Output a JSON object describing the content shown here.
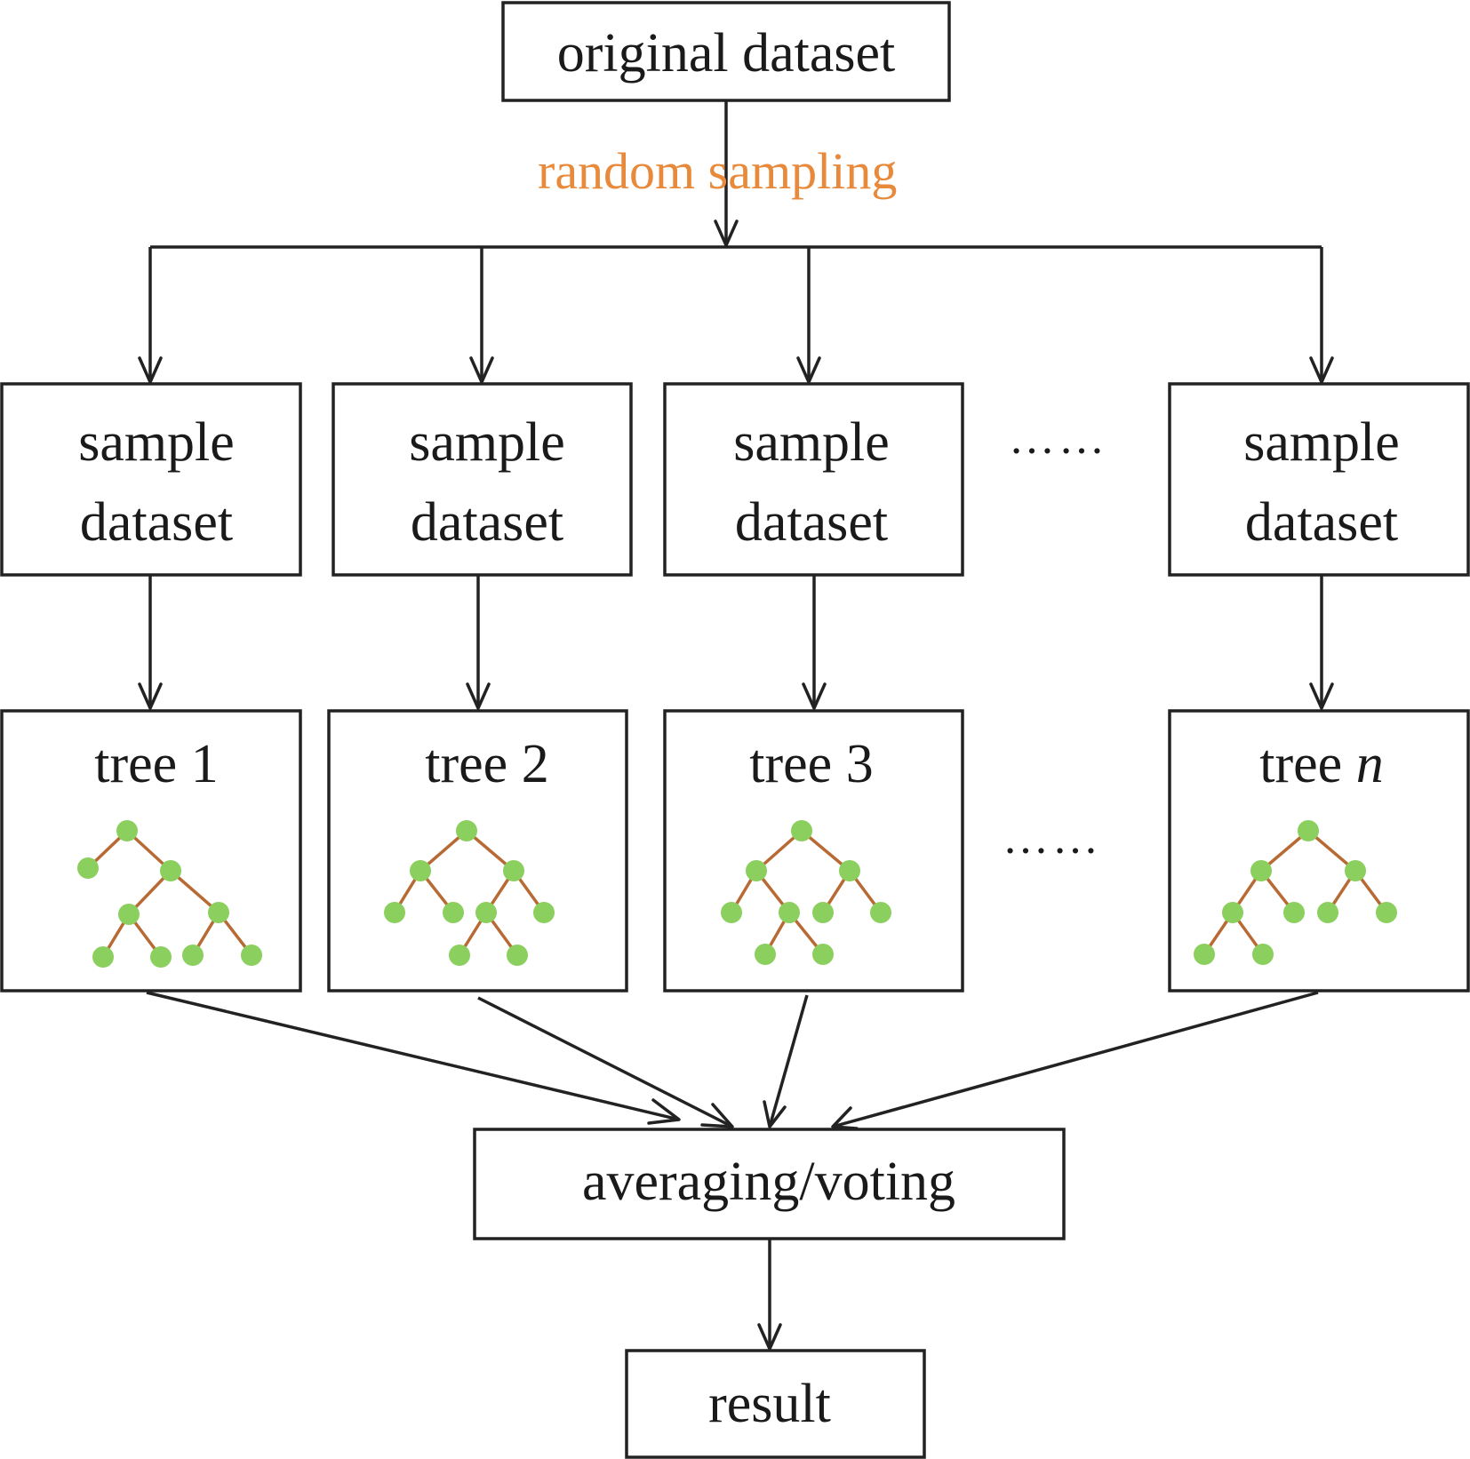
{
  "colors": {
    "line": "#222222",
    "text": "#1a1a1a",
    "accent_text": "#e88a3c",
    "tree_node": "#8bcf5e",
    "tree_edge": "#b86a35"
  },
  "original": {
    "label": "original dataset"
  },
  "sampling": {
    "label": "random sampling"
  },
  "samples": [
    {
      "line1": "sample",
      "line2": "dataset"
    },
    {
      "line1": "sample",
      "line2": "dataset"
    },
    {
      "line1": "sample",
      "line2": "dataset"
    },
    {
      "line1": "sample",
      "line2": "dataset"
    }
  ],
  "ellipsis": "……",
  "trees": [
    {
      "label_prefix": "tree ",
      "label_suffix": "1",
      "icon": "binary-tree-icon"
    },
    {
      "label_prefix": "tree ",
      "label_suffix": "2",
      "icon": "binary-tree-icon"
    },
    {
      "label_prefix": "tree ",
      "label_suffix": "3",
      "icon": "binary-tree-icon"
    },
    {
      "label_prefix": "tree ",
      "label_suffix": "n",
      "icon": "binary-tree-icon"
    }
  ],
  "aggregate": {
    "label": "averaging/voting"
  },
  "result": {
    "label": "result"
  }
}
